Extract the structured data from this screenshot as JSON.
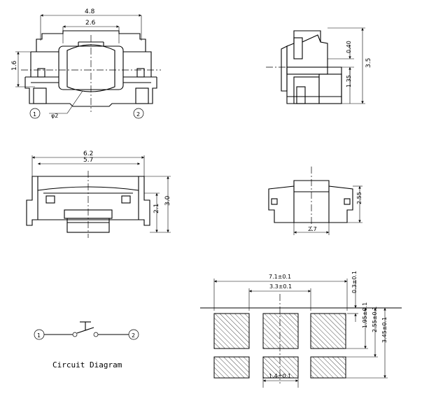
{
  "top_view": {
    "dim_width_total": "4.8",
    "dim_width_inner": "2.6",
    "dim_height": "1.6",
    "dim_diameter": "φ2",
    "pin1_label": "1",
    "pin2_label": "2"
  },
  "side_view": {
    "dim_top": "0.40",
    "dim_total_height": "3.5",
    "dim_lower": "1.35"
  },
  "front_view": {
    "dim_outer_width": "6.2",
    "dim_inner_width": "5.7",
    "dim_mid_height": "2.1",
    "dim_total_height": "3.0"
  },
  "end_view": {
    "dim_height": "2.55",
    "dim_width": "2.7"
  },
  "circuit": {
    "pin1_label": "1",
    "pin2_label": "2",
    "caption": "Circuit  Diagram"
  },
  "footprint": {
    "dim_outer": "7.1±0.1",
    "dim_inner": "3.3±0.1",
    "dim_top": "0.3±0.1",
    "dim_a": "1.95±0.1",
    "dim_b": "2.55±0.1",
    "dim_c": "3.45±0.1",
    "dim_pad": "1.4±0.1"
  }
}
